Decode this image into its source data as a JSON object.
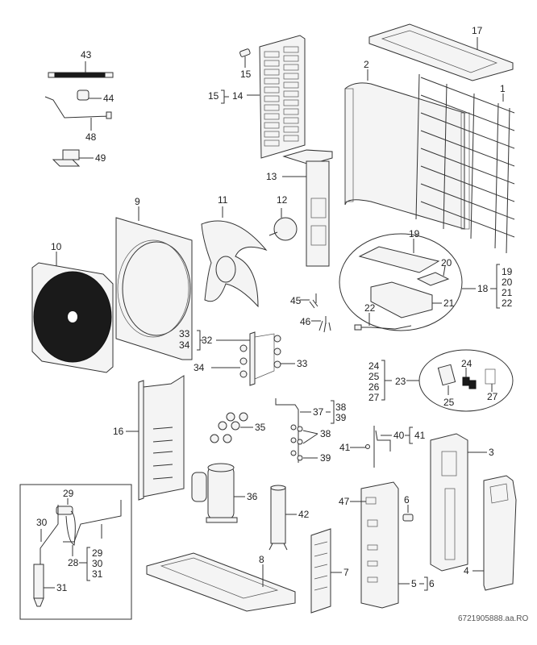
{
  "diagram": {
    "type": "exploded-parts-view",
    "reference_code": "6721905888.aa.RO",
    "callouts": {
      "p1": "1",
      "p2": "2",
      "p3": "3",
      "p4": "4",
      "p5": "5",
      "p6a": "6",
      "p6b": "6",
      "p7": "7",
      "p8": "8",
      "p9": "9",
      "p10": "10",
      "p11": "11",
      "p12": "12",
      "p13": "13",
      "p14": "14",
      "p15a": "15",
      "p15b": "15",
      "p16": "16",
      "p17": "17",
      "p18": "18",
      "p19a": "19",
      "p20a": "20",
      "p21a": "21",
      "p22a": "22",
      "p19b": "19",
      "p20b": "20",
      "p21b": "21",
      "p22b": "22",
      "p23": "23",
      "p24a": "24",
      "p25a": "25",
      "p26a": "26",
      "p27a": "27",
      "p24b": "24",
      "p25b": "25",
      "p27b": "27",
      "p28": "28",
      "p29a": "29",
      "p30a": "30",
      "p31a": "31",
      "p29b": "29",
      "p30b": "30",
      "p31b": "31",
      "p32": "32",
      "p33a": "33",
      "p34a": "34",
      "p33b": "33",
      "p34b": "34",
      "p35": "35",
      "p36": "36",
      "p37": "37",
      "p38a": "38",
      "p39a": "39",
      "p38b": "38",
      "p39b": "39",
      "p40": "40",
      "p41a": "41",
      "p41b": "41",
      "p42": "42",
      "p43": "43",
      "p44": "44",
      "p45": "45",
      "p46": "46",
      "p47": "47",
      "p48": "48",
      "p49": "49"
    },
    "assemblies": [
      {
        "parent": "14",
        "includes": [
          "15"
        ]
      },
      {
        "parent": "18",
        "includes": [
          "19",
          "20",
          "21",
          "22"
        ]
      },
      {
        "parent": "23",
        "includes": [
          "24",
          "25",
          "26",
          "27"
        ]
      },
      {
        "parent": "28",
        "includes": [
          "29",
          "30",
          "31"
        ]
      },
      {
        "parent": "32",
        "includes": [
          "33",
          "34"
        ]
      },
      {
        "parent": "37",
        "includes": [
          "38",
          "39"
        ]
      },
      {
        "parent": "40",
        "includes": [
          "41"
        ]
      },
      {
        "parent": "5",
        "includes": [
          "6"
        ]
      }
    ]
  }
}
